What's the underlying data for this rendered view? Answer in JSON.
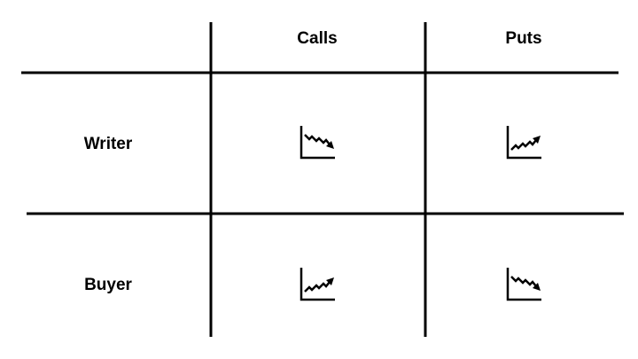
{
  "header": {
    "columns": [
      "Calls",
      "Puts"
    ]
  },
  "rows": [
    {
      "label": "Writer",
      "cells": [
        {
          "icon": "trend-down-icon"
        },
        {
          "icon": "trend-up-icon"
        }
      ]
    },
    {
      "label": "Buyer",
      "cells": [
        {
          "icon": "trend-up-icon"
        },
        {
          "icon": "trend-down-icon"
        }
      ]
    }
  ],
  "colors": {
    "line": "#000000",
    "background": "#ffffff"
  }
}
